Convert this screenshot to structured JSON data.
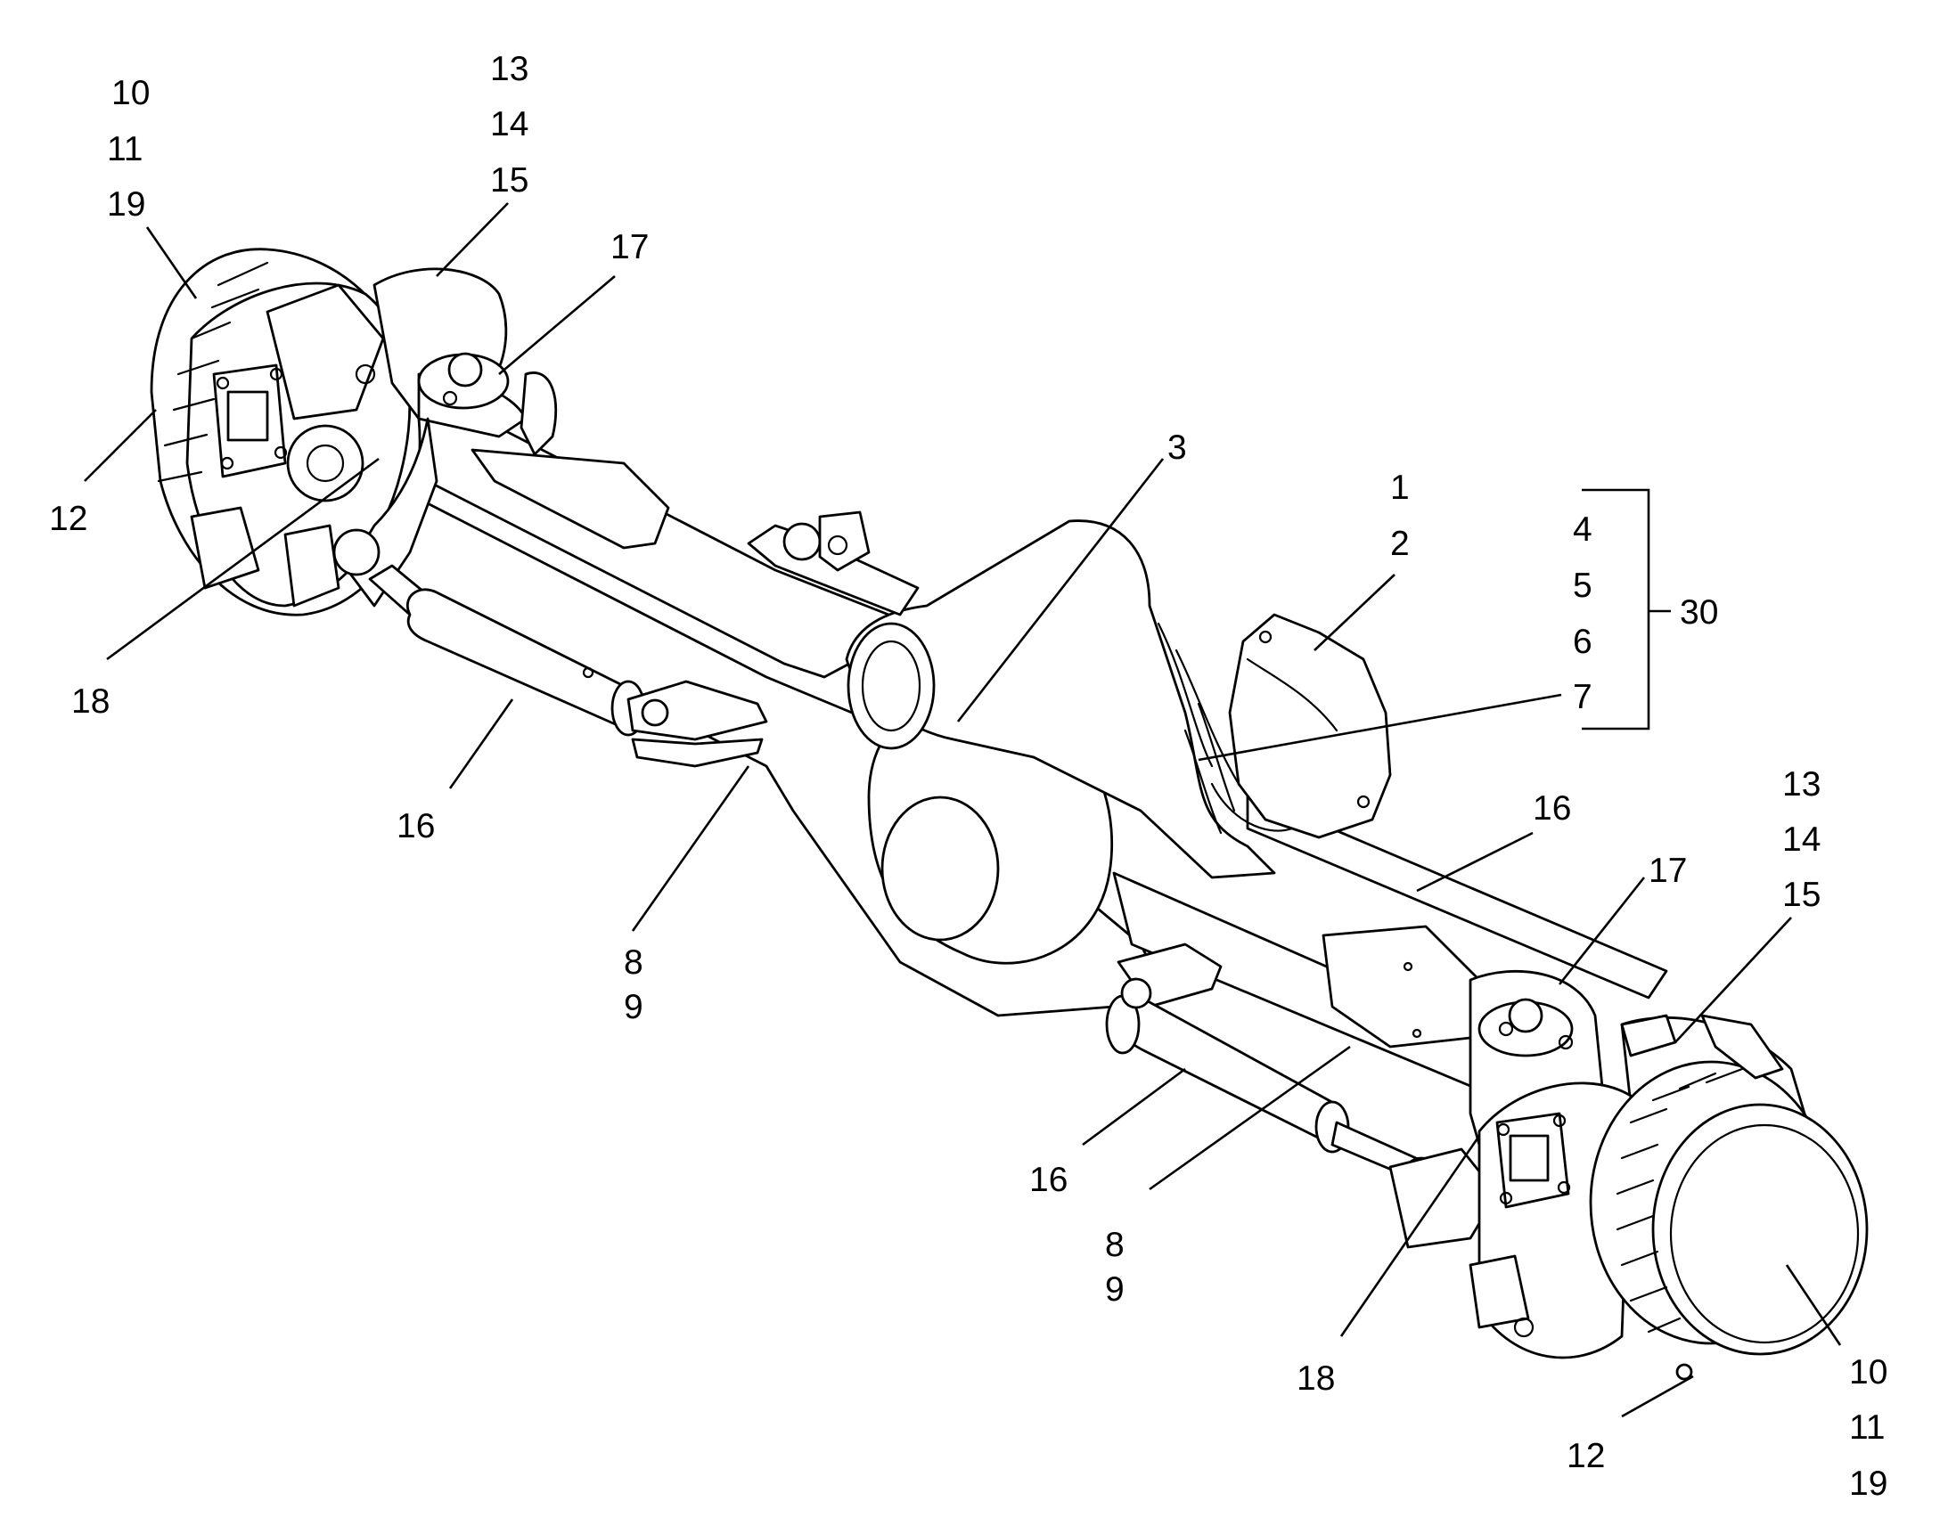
{
  "diagram": {
    "callouts": {
      "tl_10": "10",
      "tl_11": "11",
      "tl_19": "19",
      "tl_13": "13",
      "tl_14": "14",
      "tl_15": "15",
      "tl_17": "17",
      "tl_12": "12",
      "tl_18": "18",
      "tl_16": "16",
      "c_8": "8",
      "c_9": "9",
      "c_3": "3",
      "c_1": "1",
      "c_2": "2",
      "g_4": "4",
      "g_5": "5",
      "g_6": "6",
      "g_7": "7",
      "g_30": "30",
      "r_16": "16",
      "r_13": "13",
      "r_14": "14",
      "r_15": "15",
      "r_17": "17",
      "b_16": "16",
      "b_8": "8",
      "b_9": "9",
      "b_18": "18",
      "b_12": "12",
      "br_10": "10",
      "br_11": "11",
      "br_19": "19"
    }
  }
}
